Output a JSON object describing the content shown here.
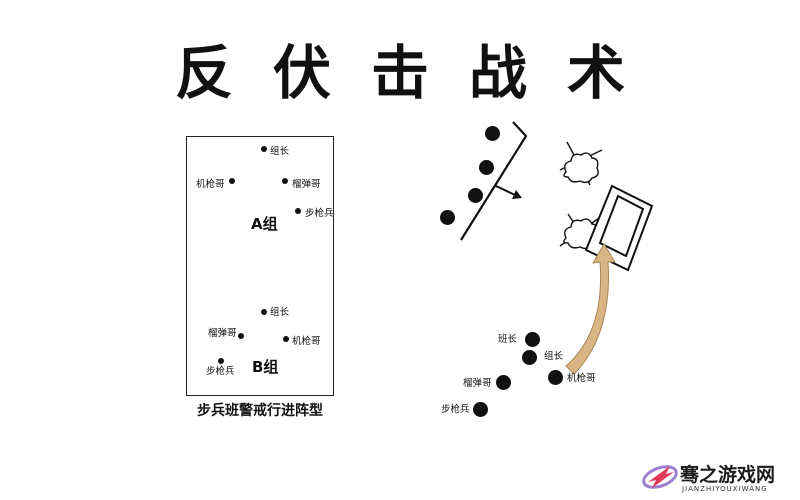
{
  "title": "反伏击战术",
  "left_panel": {
    "caption": "步兵班警戒行进阵型",
    "group_a": "A组",
    "group_b": "B组",
    "a_labels": {
      "leader": "组长",
      "machine_gunner": "机枪哥",
      "grenadier": "榴弹哥",
      "rifleman": "步枪兵"
    },
    "b_labels": {
      "leader": "组长",
      "grenadier": "榴弹哥",
      "machine_gunner": "机枪哥",
      "rifleman": "步枪兵"
    }
  },
  "right_panel": {
    "squad_leader": "班长",
    "leader": "组长",
    "grenadier": "榴弹哥",
    "machine_gunner": "机枪哥",
    "rifleman": "步枪兵"
  },
  "watermark": {
    "name": "骞之游戏网",
    "subtitle": "JIANZHIYOUXIWANG"
  },
  "colors": {
    "arrow_fill": "#d8b583",
    "arrow_stroke": "#a88655",
    "ink": "#111111"
  }
}
